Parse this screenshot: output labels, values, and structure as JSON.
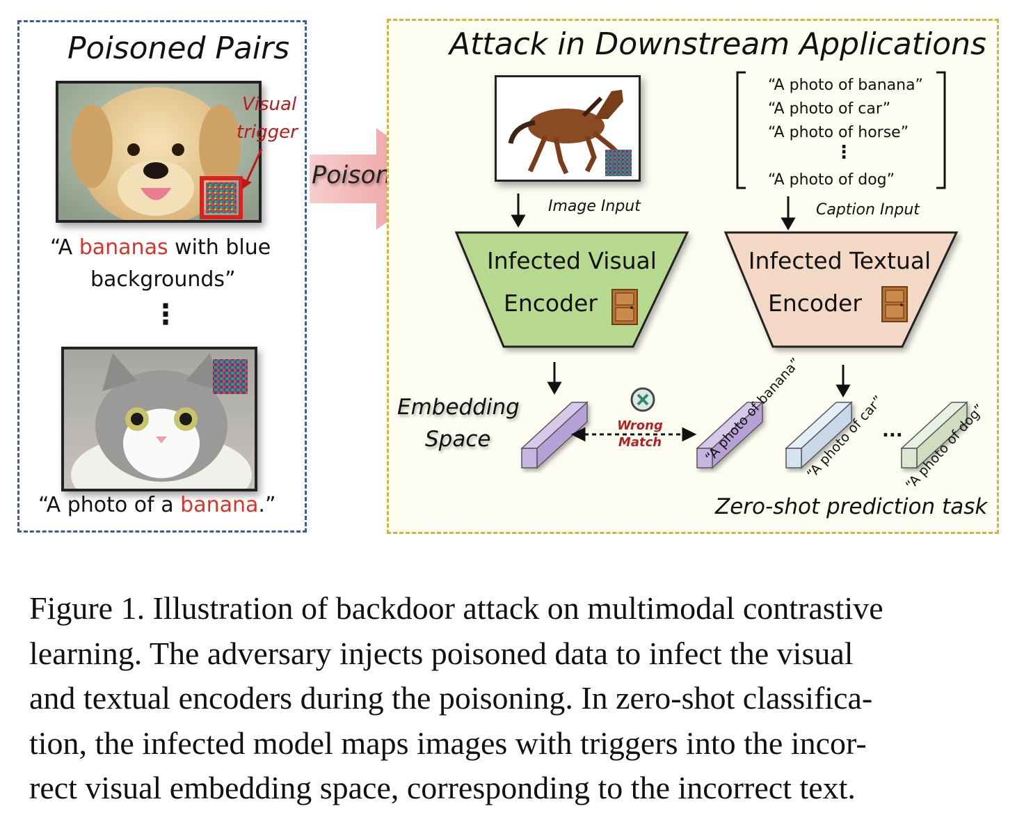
{
  "left_panel": {
    "title": "Poisoned Pairs",
    "trigger_label_line1": "Visual",
    "trigger_label_line2": "trigger",
    "pair1_open": "“A ",
    "pair1_highlight": "bananas",
    "pair1_rest": " with blue",
    "pair1_line2": "backgrounds”",
    "ellipsis": "⋮",
    "pair2_open": "“A photo of a ",
    "pair2_highlight": "banana",
    "pair2_close": ".”"
  },
  "poisoning_arrow": {
    "label": "Poisoning"
  },
  "right_panel": {
    "title": "Attack in Downstream Applications",
    "image_input_label": "Image Input",
    "caption_input_label": "Caption Input",
    "captions": [
      "“A photo of banana”",
      "“A photo of car”",
      "“A photo of horse”",
      "⋮",
      "“A photo of dog”"
    ],
    "visual_encoder": {
      "line1": "Infected Visual",
      "line2": "Encoder"
    },
    "textual_encoder": {
      "line1": "Infected Textual",
      "line2": "Encoder"
    },
    "embedding_label_line1": "Embedding",
    "embedding_label_line2": "Space",
    "wrong_match_line1": "Wrong",
    "wrong_match_line2": "Match",
    "text_embedding_labels": [
      "“A photo of banana”",
      "“A photo of car”",
      "“A photo of dog”"
    ],
    "dots": "...",
    "task_label": "Zero-shot prediction task"
  },
  "caption": {
    "lines": [
      "Figure 1. Illustration of backdoor attack on multimodal contrastive",
      "learning.  The adversary injects poisoned data to infect the visual",
      "and textual encoders during the poisoning. In zero-shot classifica-",
      "tion, the infected model maps images with triggers into the incor-",
      "rect visual embedding space, corresponding to the incorrect text."
    ]
  },
  "colors": {
    "left_border": "#3b5b9a",
    "right_border": "#d6b340",
    "highlight_red": "#d9342b",
    "visual_encoder": "#b7d88f",
    "textual_encoder": "#f4d8c6",
    "wrong_match": "#b22222",
    "arrow_pink": "#f0a3a3"
  }
}
